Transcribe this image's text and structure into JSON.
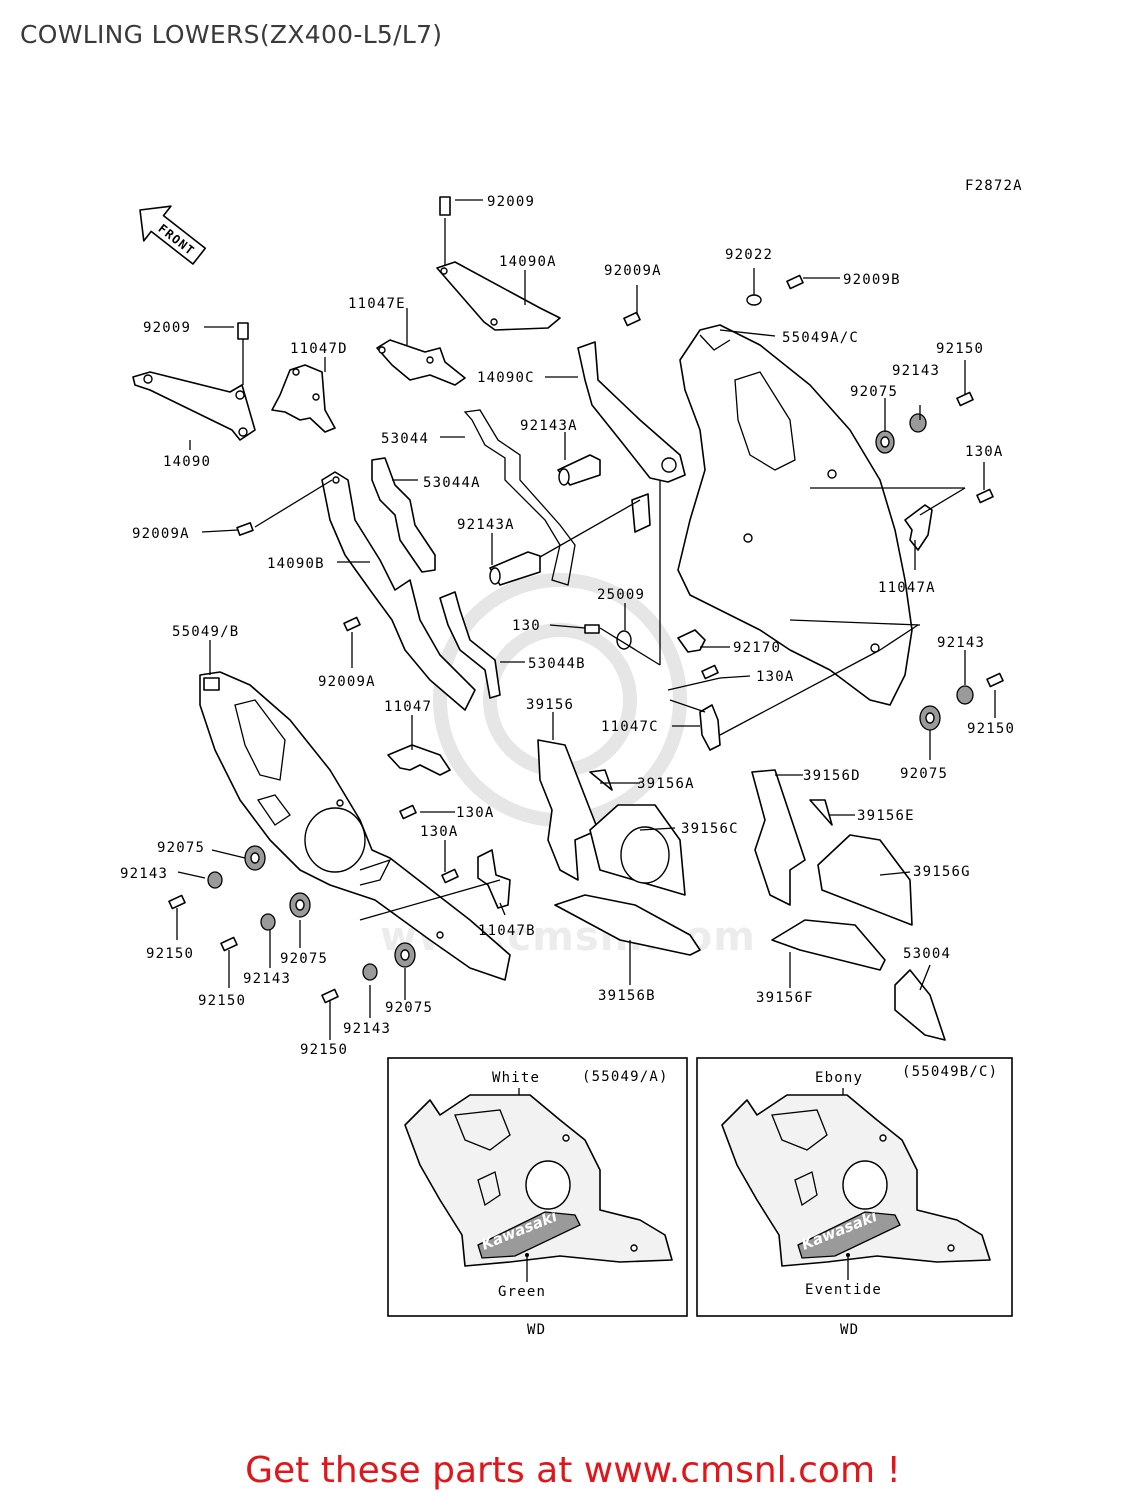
{
  "title": "COWLING LOWERS(ZX400-L5/L7)",
  "figure_code": "F2872A",
  "front_label": "FRONT",
  "watermark": "www.cmsnl.com",
  "part_labels": {
    "p92009_top": "92009",
    "p14090A": "14090A",
    "p92009A_top": "92009A",
    "p92022": "92022",
    "p92009B": "92009B",
    "p11047E": "11047E",
    "p55049AC": "55049A/C",
    "p92009_left": "92009",
    "p11047D": "11047D",
    "p92150_tr": "92150",
    "p92143_tr": "92143",
    "p14090C": "14090C",
    "p92075_tr": "92075",
    "p53044": "53044",
    "p92143A_1": "92143A",
    "p14090": "14090",
    "p130A_tr": "130A",
    "p53044A": "53044A",
    "p92009A_left": "92009A",
    "p92143A_2": "92143A",
    "p11047A": "11047A",
    "p14090B": "14090B",
    "p25009": "25009",
    "p130": "130",
    "p92170": "92170",
    "p55049B": "55049/B",
    "p92143_r": "92143",
    "p92009A_b": "92009A",
    "p53044B": "53044B",
    "p130A_mid": "130A",
    "p92150_r": "92150",
    "p11047": "11047",
    "p39156": "39156",
    "p11047C": "11047C",
    "p92075_r": "92075",
    "p39156D": "39156D",
    "p39156A": "39156A",
    "p130A_low": "130A",
    "p39156E": "39156E",
    "p39156C": "39156C",
    "p130A_low2": "130A",
    "p92075_l": "92075",
    "p92143_l": "92143",
    "p39156G": "39156G",
    "p11047B": "11047B",
    "p92150_l": "92150",
    "p92075_l2": "92075",
    "p92143_l2": "92143",
    "p92150_l2": "92150",
    "p53004": "53004",
    "p39156B": "39156B",
    "p39156F": "39156F",
    "p92075_l3": "92075",
    "p92143_l3": "92143",
    "p92150_l3": "92150"
  },
  "inset_left": {
    "code": "(55049/A)",
    "top_color": "White",
    "bottom_color": "Green",
    "brand": "Kawasaki",
    "footer": "WD"
  },
  "inset_right": {
    "code": "(55049B/C)",
    "top_color": "Ebony",
    "bottom_color": "Eventide",
    "brand": "Kawasaki",
    "footer": "WD"
  },
  "cta": "Get these parts at www.cmsnl.com !"
}
